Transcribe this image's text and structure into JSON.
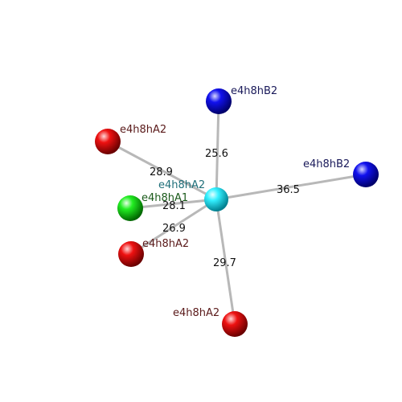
{
  "nodes": [
    {
      "id": "center",
      "label": "e4h8hA2",
      "color": "#00e5ff",
      "label_color": "#1f6f7a"
    },
    {
      "id": "green",
      "label": "e4h8hA1",
      "color": "#00dd00",
      "label_color": "#1a5a1a"
    },
    {
      "id": "red-top",
      "label": "e4h8hA2",
      "color": "#ee0000",
      "label_color": "#5a1a1a"
    },
    {
      "id": "red-mid",
      "label": "e4h8hA2",
      "color": "#ee0000",
      "label_color": "#5a1a1a"
    },
    {
      "id": "red-bottom",
      "label": "e4h8hA2",
      "color": "#ee0000",
      "label_color": "#5a1a1a"
    },
    {
      "id": "blue-top",
      "label": "e4h8hB2",
      "color": "#0000ee",
      "label_color": "#1a1a5a"
    },
    {
      "id": "blue-right",
      "label": "e4h8hB2",
      "color": "#0000ee",
      "label_color": "#1a1a5a"
    }
  ],
  "edges": [
    {
      "from": "center",
      "to": "blue-top",
      "label": "25.6"
    },
    {
      "from": "center",
      "to": "red-top",
      "label": "28.9"
    },
    {
      "from": "center",
      "to": "green",
      "label": "28.1"
    },
    {
      "from": "center",
      "to": "red-mid",
      "label": "26.9"
    },
    {
      "from": "center",
      "to": "red-bottom",
      "label": "29.7"
    },
    {
      "from": "center",
      "to": "blue-right",
      "label": "36.5"
    }
  ]
}
